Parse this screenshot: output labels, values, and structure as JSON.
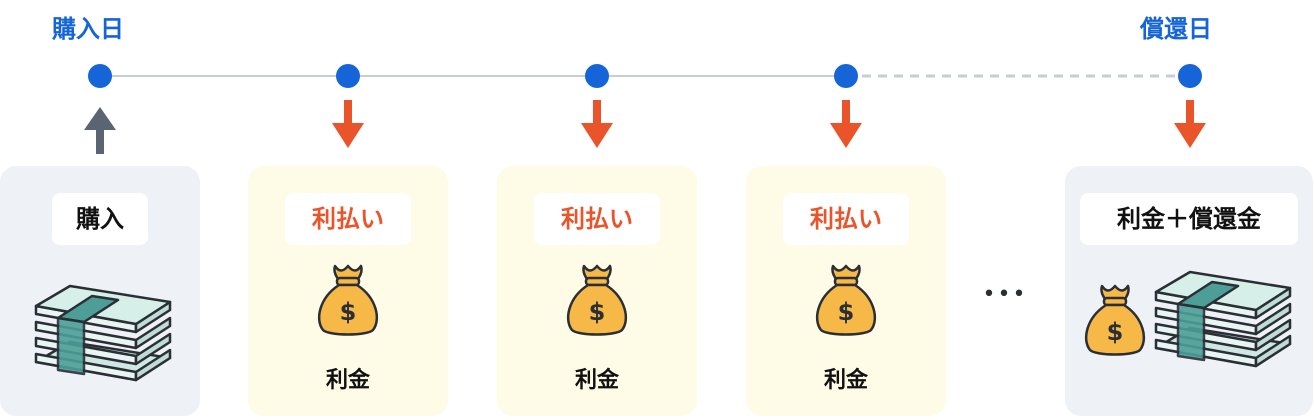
{
  "timeline": {
    "start_label": "購入日",
    "end_label": "償還日",
    "colors": {
      "line": "#c6cedb",
      "dot": "#1565d8",
      "payout_arrow": "#e9542a",
      "buy_arrow": "#5b6472"
    }
  },
  "cards": {
    "purchase": {
      "tag": "購入",
      "icon": "banknote-stack-icon"
    },
    "interest": [
      {
        "tag": "利払い",
        "caption": "利金",
        "icon": "money-bag-icon"
      },
      {
        "tag": "利払い",
        "caption": "利金",
        "icon": "money-bag-icon"
      },
      {
        "tag": "利払い",
        "caption": "利金",
        "icon": "money-bag-icon"
      }
    ],
    "ellipsis": "•••",
    "redemption": {
      "tag": "利金＋償還金",
      "icons": [
        "money-bag-icon",
        "banknote-stack-icon"
      ]
    }
  }
}
